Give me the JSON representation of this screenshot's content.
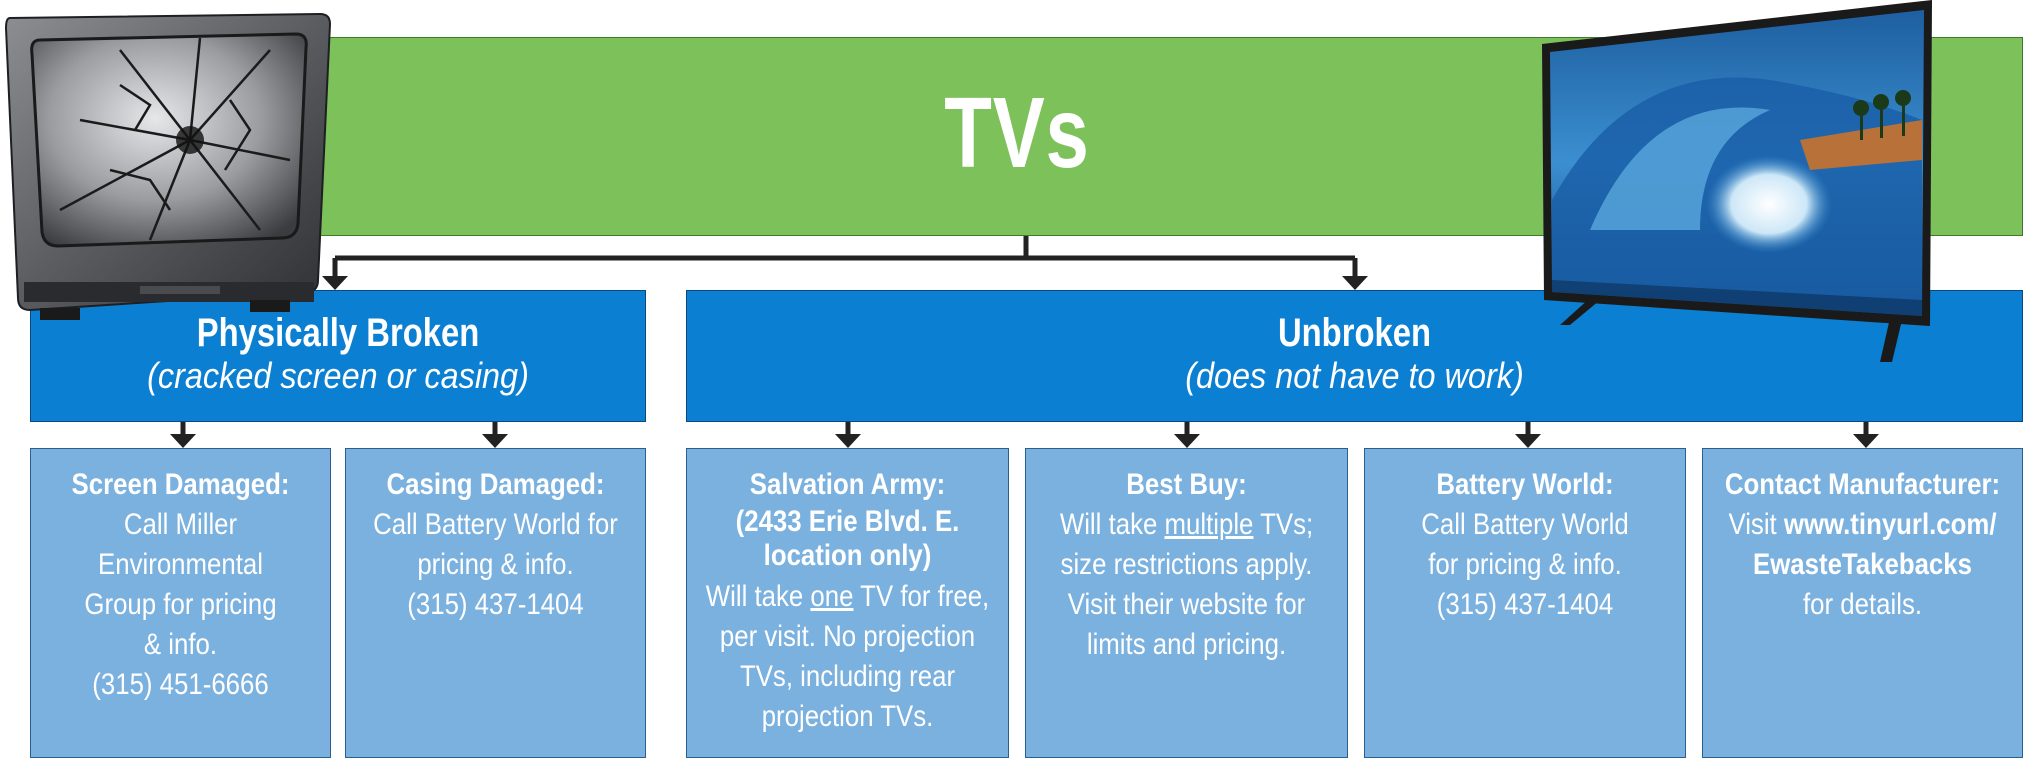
{
  "header": {
    "title": "TVs"
  },
  "categories": {
    "broken": {
      "title": "Physically Broken",
      "subtitle": "(cracked screen or casing)"
    },
    "unbroken": {
      "title": "Unbroken",
      "subtitle": "(does not have to work)"
    }
  },
  "boxes": {
    "screen": {
      "heading": "Screen Damaged:",
      "lines": [
        "Call Miller",
        "Environmental",
        "Group for pricing",
        "& info.",
        "(315) 451-6666"
      ]
    },
    "casing": {
      "heading": "Casing Damaged:",
      "lines": [
        "Call Battery World for",
        "pricing & info.",
        "(315) 437-1404"
      ]
    },
    "salvation": {
      "heading": "Salvation Army:",
      "heading2": "(2433 Erie Blvd. E.",
      "heading3": "location only)",
      "line1_pre": "Will take ",
      "line1_u": "one",
      "line1_post": " TV for free,",
      "lines": [
        "per visit. No projection",
        "TVs, including rear",
        "projection TVs."
      ]
    },
    "bestbuy": {
      "heading": "Best Buy:",
      "line1_pre": "Will take ",
      "line1_u": "multiple",
      "line1_post": " TVs;",
      "lines": [
        "size restrictions apply.",
        "Visit their website for",
        "limits and pricing."
      ]
    },
    "battery": {
      "heading": "Battery World:",
      "lines": [
        "Call Battery World",
        "for pricing & info.",
        "(315) 437-1404"
      ]
    },
    "manufacturer": {
      "heading": "Contact Manufacturer:",
      "line1_pre": "Visit ",
      "line1_b": "www.tinyurl.com/",
      "line2_b": "EwasteTakebacks",
      "line3": "for details."
    }
  },
  "colors": {
    "banner": "#7cc15a",
    "category": "#0b7fd2",
    "box": "#7bb1df",
    "connector": "#222222"
  },
  "images": {
    "left": "broken-crt-tv",
    "right": "flat-screen-tv-wave"
  }
}
